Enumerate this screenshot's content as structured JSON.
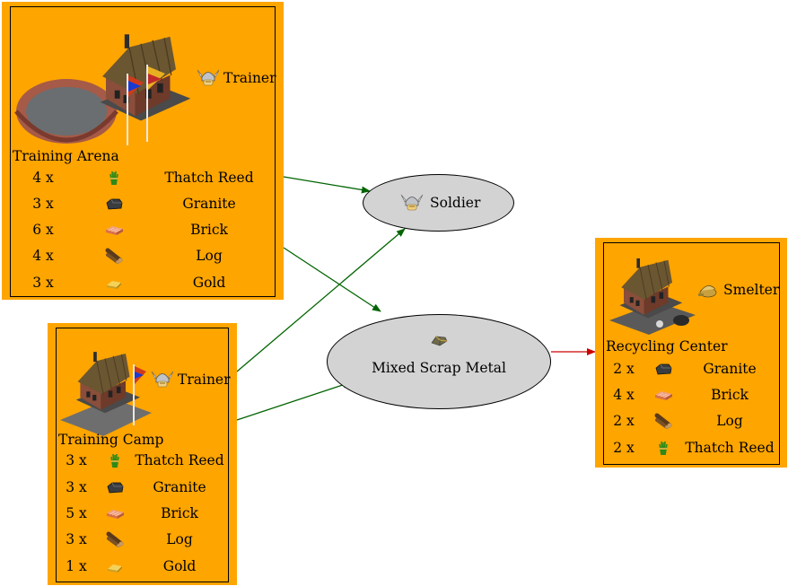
{
  "colors": {
    "building_bg": "#ffa500",
    "ware_node_bg": "#d3d3d3",
    "produce_edge": "#006400",
    "recycle_edge": "#cc0000"
  },
  "buildings": {
    "training_arena": {
      "name": "Training Arena",
      "worker": "Trainer",
      "costs": [
        {
          "qty": "4 x",
          "ware": "Thatch Reed",
          "icon": "thatch-reed-icon"
        },
        {
          "qty": "3 x",
          "ware": "Granite",
          "icon": "granite-icon"
        },
        {
          "qty": "6 x",
          "ware": "Brick",
          "icon": "brick-icon"
        },
        {
          "qty": "4 x",
          "ware": "Log",
          "icon": "log-icon"
        },
        {
          "qty": "3 x",
          "ware": "Gold",
          "icon": "gold-icon"
        }
      ]
    },
    "training_camp": {
      "name": "Training Camp",
      "worker": "Trainer",
      "costs": [
        {
          "qty": "3 x",
          "ware": "Thatch Reed",
          "icon": "thatch-reed-icon"
        },
        {
          "qty": "3 x",
          "ware": "Granite",
          "icon": "granite-icon"
        },
        {
          "qty": "5 x",
          "ware": "Brick",
          "icon": "brick-icon"
        },
        {
          "qty": "3 x",
          "ware": "Log",
          "icon": "log-icon"
        },
        {
          "qty": "1 x",
          "ware": "Gold",
          "icon": "gold-icon"
        }
      ]
    },
    "recycling_center": {
      "name": "Recycling Center",
      "worker": "Smelter",
      "costs": [
        {
          "qty": "2 x",
          "ware": "Granite",
          "icon": "granite-icon"
        },
        {
          "qty": "4 x",
          "ware": "Brick",
          "icon": "brick-icon"
        },
        {
          "qty": "2 x",
          "ware": "Log",
          "icon": "log-icon"
        },
        {
          "qty": "2 x",
          "ware": "Thatch Reed",
          "icon": "thatch-reed-icon"
        }
      ]
    }
  },
  "wares": {
    "soldier": {
      "label": "Soldier",
      "icon": "soldier-helmet-icon"
    },
    "scrap": {
      "label": "Mixed Scrap Metal",
      "icon": "scrap-metal-icon"
    }
  },
  "edges": [
    {
      "from": "Training Arena",
      "to": "Soldier"
    },
    {
      "from": "Training Arena",
      "to": "Mixed Scrap Metal"
    },
    {
      "from": "Training Camp",
      "to": "Soldier"
    },
    {
      "from": "Training Camp",
      "to": "Mixed Scrap Metal"
    },
    {
      "from": "Mixed Scrap Metal",
      "to": "Recycling Center"
    }
  ]
}
